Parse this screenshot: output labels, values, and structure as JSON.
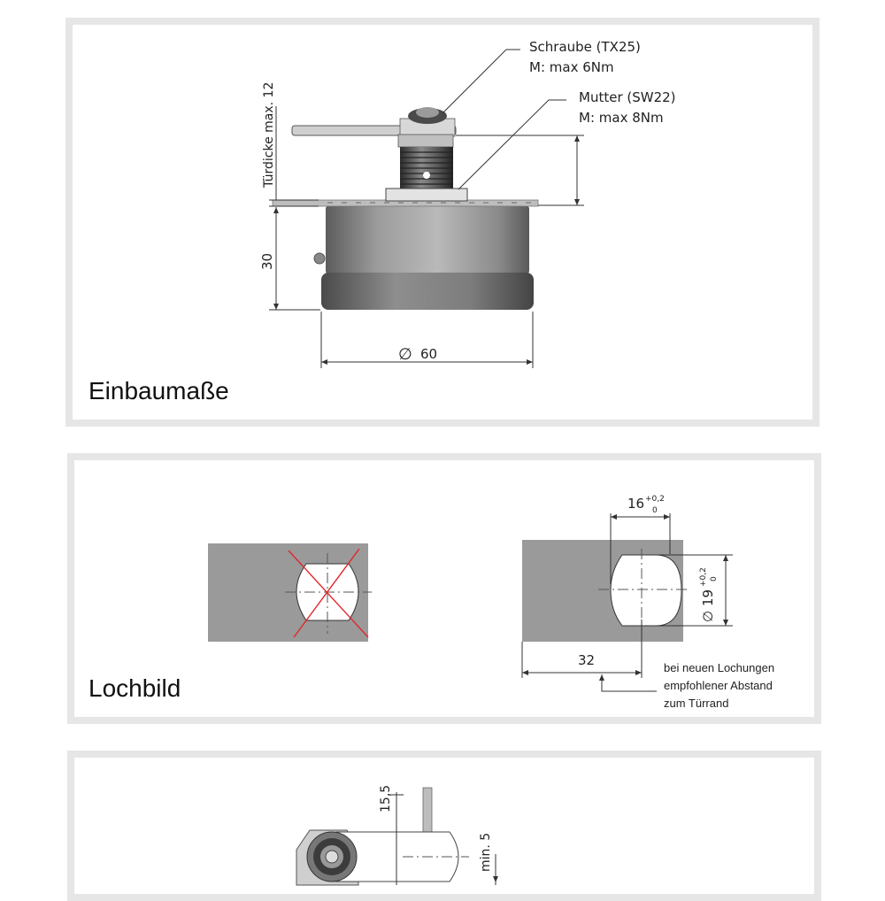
{
  "panels": {
    "einbau": {
      "title": "Einbaumaße",
      "labels": {
        "screw_name": "Schraube (TX25)",
        "screw_torque": "M: max 6Nm",
        "nut_name": "Mutter (SW22)",
        "nut_torque": "M: max 8Nm",
        "door_thickness": "Türdicke max. 12",
        "height": "30",
        "diameter_symbol": "∅",
        "diameter": "60"
      }
    },
    "lochbild": {
      "title": "Lochbild",
      "labels": {
        "width": "16",
        "width_tol_upper": "+0,2",
        "width_tol_lower": "0",
        "diameter_symbol": "∅",
        "diameter": "19",
        "diameter_tol_upper": "+0,2",
        "diameter_tol_lower": "0",
        "edge_distance": "32",
        "note_line1": "bei neuen Lochungen",
        "note_line2": "empfohlener Abstand",
        "note_line3": "zum Türrand"
      }
    },
    "third": {
      "labels": {
        "offset": "15,5",
        "min": "min. 5"
      }
    }
  },
  "colors": {
    "panel_border": "#e6e6e6",
    "door_gray": "#9a9a9a",
    "cross_red": "#e0262b"
  }
}
